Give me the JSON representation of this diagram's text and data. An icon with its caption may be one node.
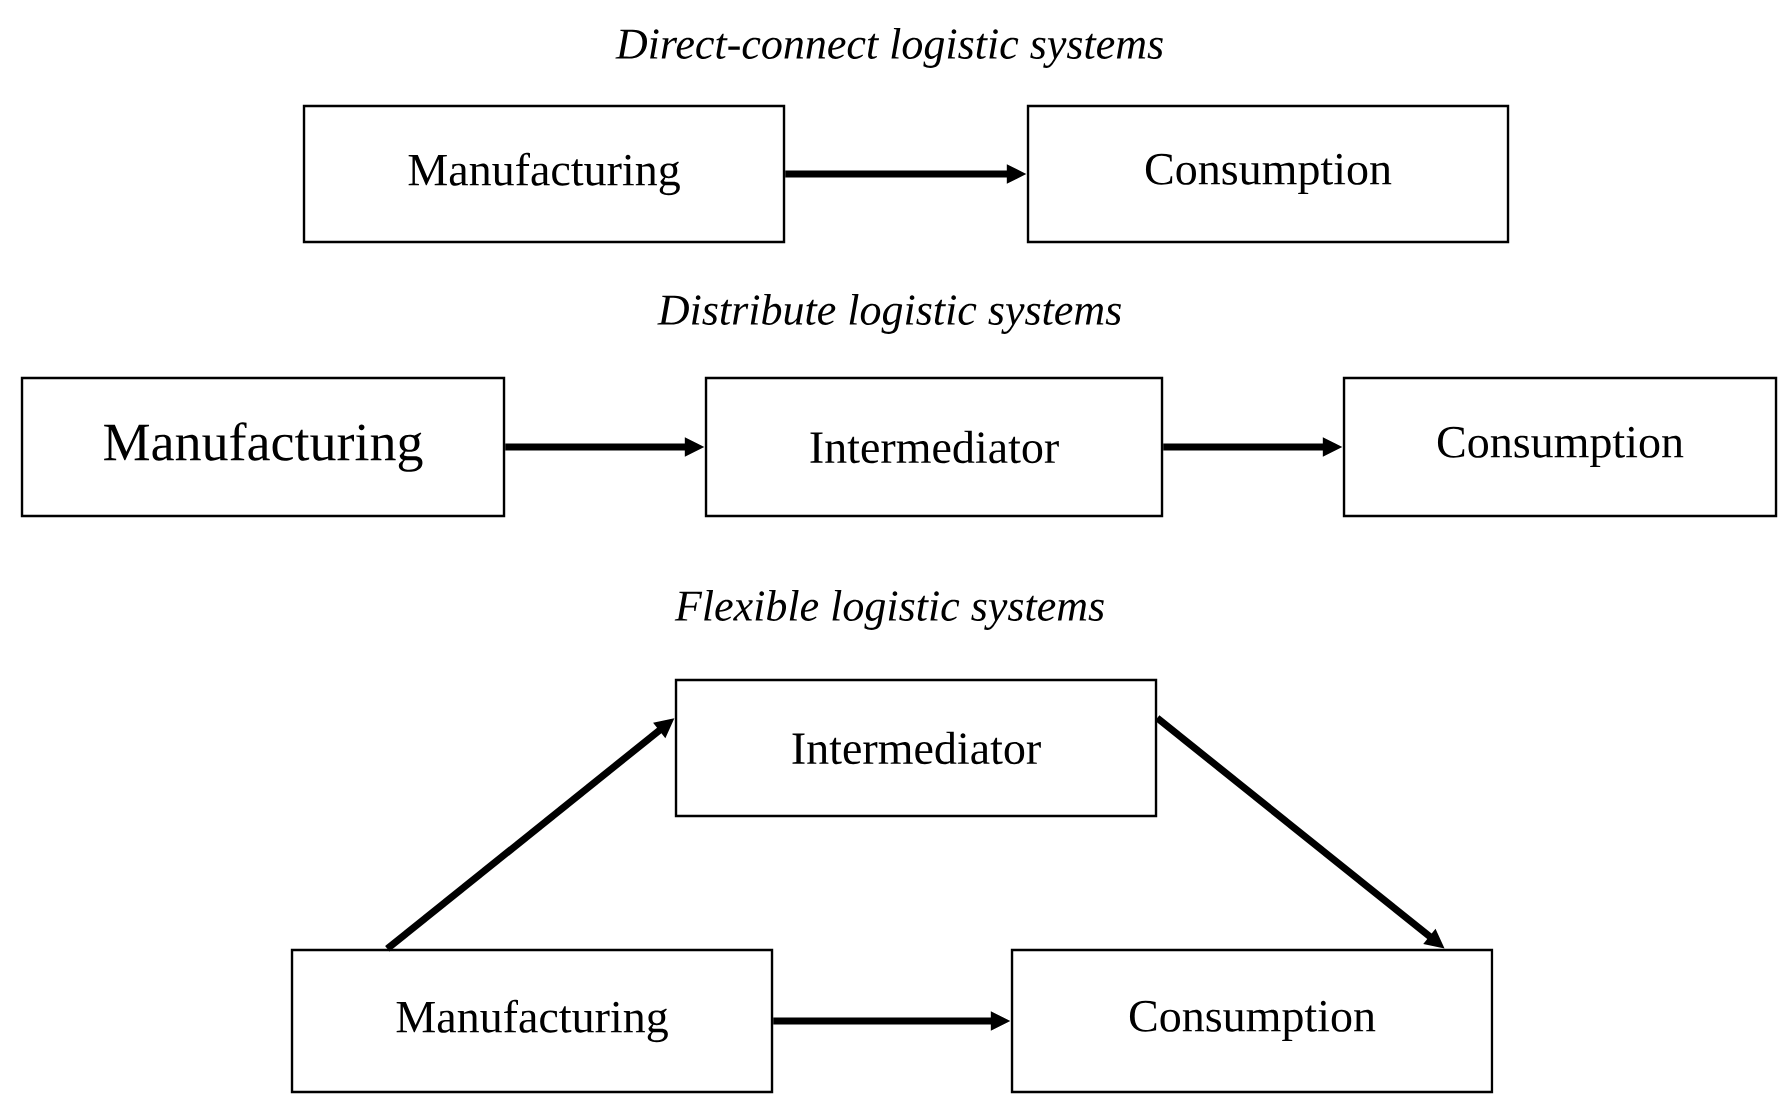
{
  "diagram": {
    "nodes": [
      {
        "text": [
          "Manufacturing"
        ]
      },
      {
        "text": [
          "Consumption"
        ]
      },
      {
        "text": [
          "Manufacturing"
        ]
      },
      {
        "text": [
          "Intermediator"
        ]
      },
      {
        "text": [
          "Consumption"
        ]
      },
      {
        "text": [
          "Intermediator"
        ]
      },
      {
        "text": [
          "Manufacturing"
        ]
      },
      {
        "text": [
          "Consumption"
        ]
      }
    ],
    "edges": [
      {
        "from": 0,
        "to": 1,
        "arrow": "to"
      },
      {
        "from": 2,
        "to": 3,
        "arrow": "to"
      },
      {
        "from": 3,
        "to": 4,
        "arrow": "to"
      },
      {
        "from": 6,
        "to": 5,
        "arrow": "to"
      },
      {
        "from": 5,
        "to": 7,
        "arrow": "to"
      },
      {
        "from": 6,
        "to": 7,
        "arrow": "to"
      }
    ],
    "labels": [
      "Direct-connect logistic systems",
      "Distribute logistic systems",
      "Flexible logistic systems"
    ]
  }
}
